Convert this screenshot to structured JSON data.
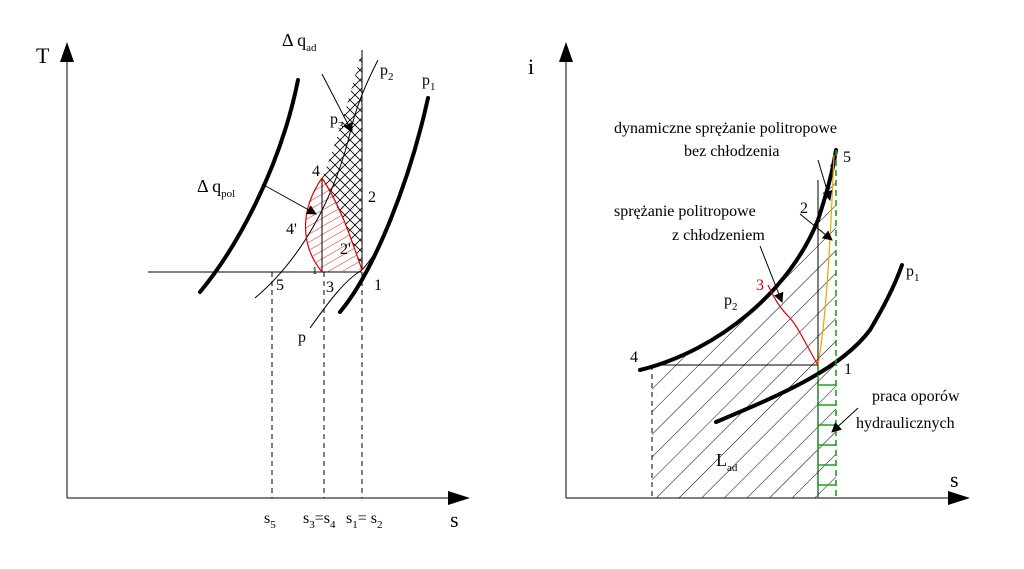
{
  "left": {
    "y_axis": "T",
    "x_axis": "s",
    "ticks": {
      "s5": "s",
      "s5_sub": "5",
      "s3": "s",
      "s3_sub": "3",
      "eq1": "=s",
      "s4_sub": "4",
      "s1": "s",
      "s1_sub": "1",
      "eq2": "= s",
      "s2_sub": "2"
    },
    "labels": {
      "dq_ad": "Δ q",
      "dq_ad_sub": "ad",
      "dq_pol": "Δ q",
      "dq_pol_sub": "pol",
      "p1": "p",
      "p1_sub": "1",
      "p2": "p",
      "p2_sub": "2",
      "p3": "p",
      "p3_sub": "3",
      "p": "p",
      "pt1": "1",
      "pt1_small": "1",
      "pt2": "2",
      "pt2p": "2'",
      "pt3": "3",
      "pt4": "4",
      "pt4p": "4'",
      "pt5": "5"
    }
  },
  "right": {
    "y_axis": "i",
    "x_axis": "s",
    "labels": {
      "ann1_line1": "dynamiczne sprężanie politropowe",
      "ann1_line2": "bez chłodzenia",
      "ann2_line1": "sprężanie politropowe",
      "ann2_line2": "z chłodzeniem",
      "ann3_line1": "praca oporów",
      "ann3_line2": "hydraulicznych",
      "p1": "p",
      "p1_sub": "1",
      "p2": "p",
      "p2_sub": "2",
      "lad": "L",
      "lad_sub": "ad",
      "pt1": "1",
      "pt2": "2",
      "pt3": "3",
      "pt4": "4",
      "pt5": "5"
    }
  },
  "colors": {
    "line": "#000000",
    "cooled": "#e00000",
    "uncooled": "#f0a000",
    "friction": "#1fa01f"
  }
}
